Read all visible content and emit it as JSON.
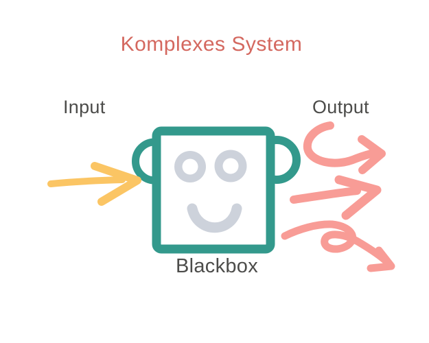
{
  "diagram": {
    "title": "Komplexes System",
    "labels": {
      "input": "Input",
      "output": "Output",
      "box": "Blackbox"
    }
  },
  "icons": {
    "blackbox_face": "robot-smiley-face-in-square",
    "input_arrow": "hand-drawn-arrow-right",
    "output_arrow_top": "curved-swoosh-arrow-right",
    "output_arrow_middle": "straight-arrow-right",
    "output_arrow_bottom": "looped-curl-arrow-down-right"
  },
  "colors": {
    "background": "#ffffff",
    "title_text": "#d4685f",
    "label_text": "#4c4c4a",
    "box_teal": "#33998c",
    "box_fill": "#ffffff",
    "face_gray": "#cdd2db",
    "input_arrow_yellow": "#fbc564",
    "output_arrow_pink": "#f89c96"
  }
}
